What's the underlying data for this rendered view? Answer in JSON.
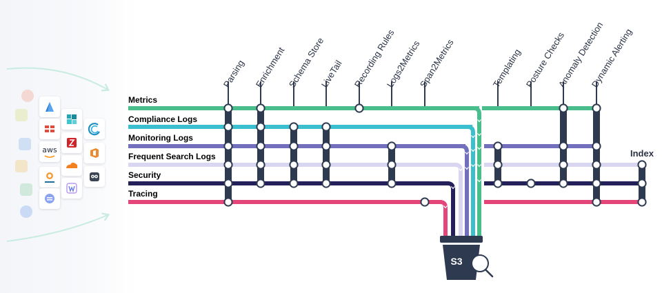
{
  "lines": [
    {
      "label": "Metrics",
      "color": "#4abd8c"
    },
    {
      "label": "Compliance Logs",
      "color": "#3bbfcf"
    },
    {
      "label": "Monitoring Logs",
      "color": "#7270bd"
    },
    {
      "label": "Frequent Search Logs",
      "color": "#d9d6f2"
    },
    {
      "label": "Security",
      "color": "#23205a"
    },
    {
      "label": "Tracing",
      "color": "#e5467a"
    }
  ],
  "stages": [
    "Parsing",
    "Enrichment",
    "Schema Store",
    "LiveTail",
    "Recording Rules",
    "Logs2Metrics",
    "Span2Metrics",
    "Templating",
    "Posture Checks",
    "Anomaly Detection",
    "Dynamic Alerting"
  ],
  "destinations": {
    "index_label": "Index",
    "s3_label": "S3",
    "magnifier_icon": "magnifier-icon"
  },
  "source_logos": {
    "aws_text": "aws",
    "logo_icons": [
      "azure-icon",
      "fortinet-icon",
      "aws-icon",
      "google-cloud-icon",
      "colored-squares-icon",
      "zscaler-icon",
      "cloudflare-icon",
      "okta-w-icon",
      "wave-icon",
      "office-icon",
      "owl-icon"
    ]
  },
  "colors": {
    "pipe": "#2e3a50",
    "arrow": "#c8ecdf",
    "bucket": "#2e3a50"
  }
}
